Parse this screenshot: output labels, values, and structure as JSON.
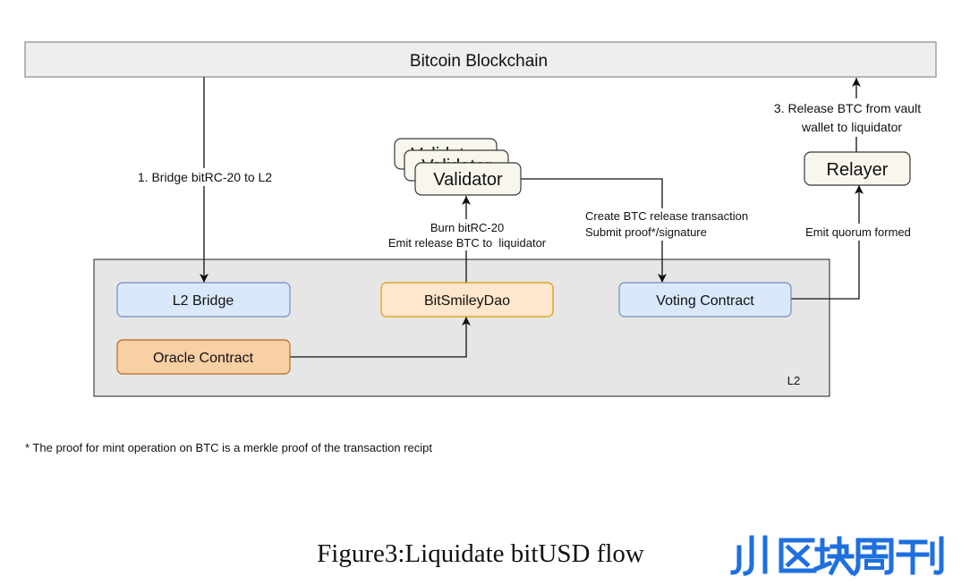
{
  "nodes": {
    "bitcoin_blockchain": "Bitcoin Blockchain",
    "validator": "Validator",
    "relayer": "Relayer",
    "l2_container": "L2",
    "l2_bridge": "L2 Bridge",
    "bitsmiley_dao": "BitSmileyDao",
    "voting_contract": "Voting Contract",
    "oracle_contract": "Oracle Contract"
  },
  "edges": {
    "bridge_to_l2": [
      "1. Bridge bitRC-20 to L2"
    ],
    "dao_to_validator": [
      "Burn bitRC-20",
      "Emit release BTC to  liquidator"
    ],
    "validator_to_voting": [
      "Create BTC release transaction",
      "Submit proof*/signature"
    ],
    "voting_to_relayer": [
      "Emit quorum formed"
    ],
    "relayer_to_bitcoin": [
      "3. Release BTC from vault",
      "wallet to liquidator"
    ]
  },
  "footnote": "* The proof for mint operation on BTC is a merkle proof of the transaction recipt",
  "caption": "Figure3:Liquidate bitUSD flow",
  "logo": {
    "text": "区块周刊",
    "color": "#1f6fe0"
  },
  "colors": {
    "chain_fill": "#eeeeee",
    "chain_stroke": "#8a8a8a",
    "l2_fill": "#e6e6e6",
    "l2_stroke": "#444444",
    "blue_fill": "#dae8fc",
    "blue_stroke": "#6c8ebf",
    "dao_fill": "#ffe6cc",
    "dao_stroke": "#d79b00",
    "oracle_fill": "#f9cfa4",
    "oracle_stroke": "#b36b1f",
    "actor_fill": "#f9f7ed",
    "actor_stroke": "#36393d"
  }
}
